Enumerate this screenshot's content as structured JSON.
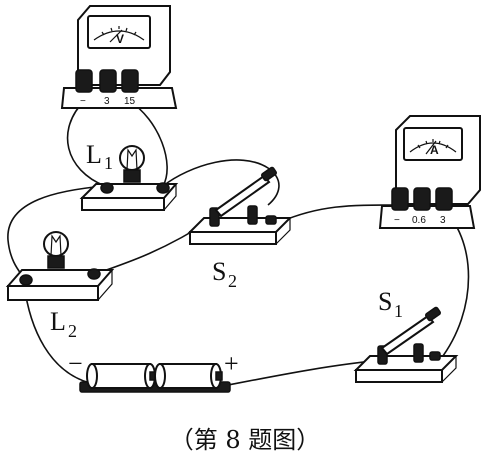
{
  "voltmeter": {
    "unit": "V",
    "terminals": [
      "−",
      "3",
      "15"
    ]
  },
  "ammeter": {
    "unit": "A",
    "terminals": [
      "−",
      "0.6",
      "3"
    ]
  },
  "lamp_L1": {
    "letter": "L",
    "subscript": "1"
  },
  "lamp_L2": {
    "letter": "L",
    "subscript": "2"
  },
  "switch_S1": {
    "letter": "S",
    "subscript": "1"
  },
  "switch_S2": {
    "letter": "S",
    "subscript": "2"
  },
  "battery": {
    "minus": "−",
    "plus": "+"
  },
  "caption": "（第 8 题图）"
}
